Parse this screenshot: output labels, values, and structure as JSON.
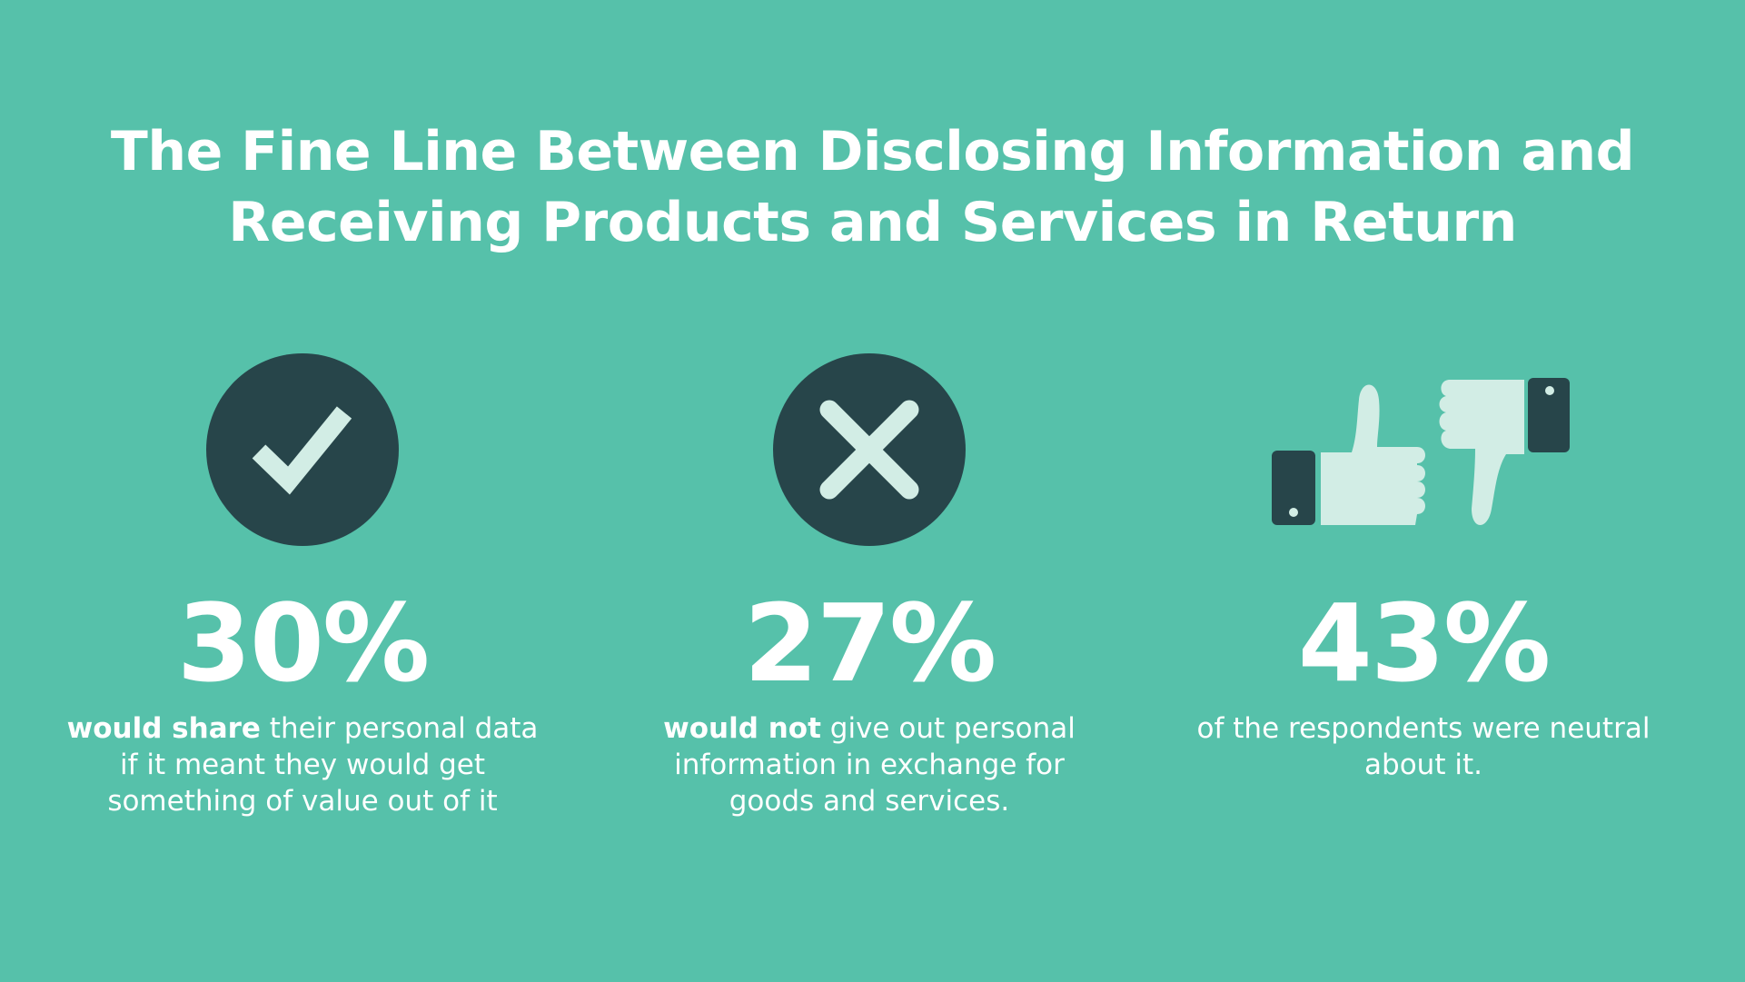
{
  "title": {
    "line1": "The Fine Line Between Disclosing Information and",
    "line2": "Receiving Products and Services in Return"
  },
  "colors": {
    "background": "#56c1aa",
    "icon_dark": "#27454a",
    "icon_light": "#d2ede5",
    "text": "#ffffff"
  },
  "stats": [
    {
      "icon": "checkmark-icon",
      "value": "30%",
      "bold": "would share",
      "text": " their personal data if it meant they would get something of value out of it"
    },
    {
      "icon": "x-mark-icon",
      "value": "27%",
      "bold": "would not",
      "text": " give out personal information in exchange for goods and services."
    },
    {
      "icon": "thumbs-up-down-icon",
      "value": "43%",
      "bold": "",
      "text": "of the respondents were neutral about it."
    }
  ]
}
